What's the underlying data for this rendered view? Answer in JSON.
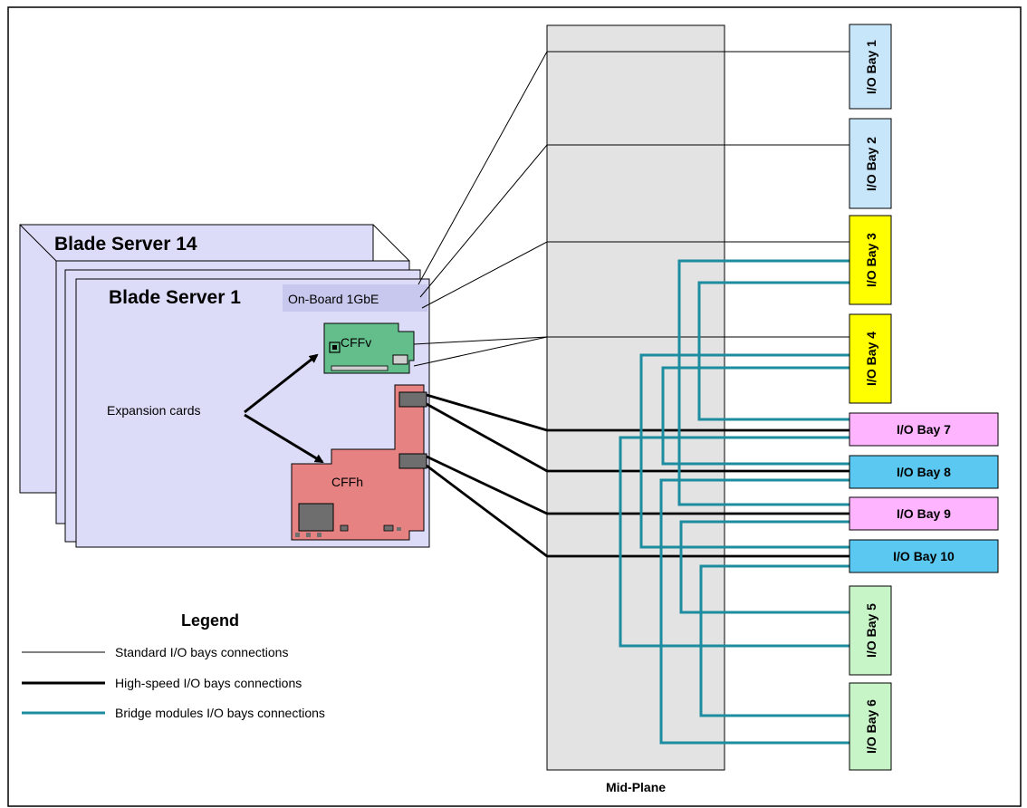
{
  "diagram": {
    "blade_back_title": "Blade Server 14",
    "blade_front_title": "Blade Server 1",
    "onboard_label": "On-Board 1GbE",
    "cffv_label": "CFFv",
    "cffh_label": "CFFh",
    "expansion_label": "Expansion cards",
    "midplane_label": "Mid-Plane",
    "io_bays": {
      "bay1": "I/O Bay 1",
      "bay2": "I/O Bay 2",
      "bay3": "I/O Bay 3",
      "bay4": "I/O Bay 4",
      "bay5": "I/O Bay 5",
      "bay6": "I/O Bay 6",
      "bay7": "I/O Bay 7",
      "bay8": "I/O Bay 8",
      "bay9": "I/O Bay 9",
      "bay10": "I/O Bay 10"
    },
    "legend": {
      "title": "Legend",
      "standard": "Standard I/O bays connections",
      "highspeed": "High-speed I/O bays connections",
      "bridge": "Bridge modules I/O bays connections"
    },
    "colors": {
      "blade_fill": "#dcdcf8",
      "midplane_fill": "#e3e3e3",
      "bay_light_blue": "#c8e6fa",
      "bay_yellow": "#ffff00",
      "bay_pink": "#ffb4ff",
      "bay_cyan": "#5ac8f0",
      "bay_green": "#c8f5c8",
      "cffv_green": "#64be8c",
      "cffh_red": "#e68282",
      "bridge_line": "#1e8ca0"
    }
  }
}
